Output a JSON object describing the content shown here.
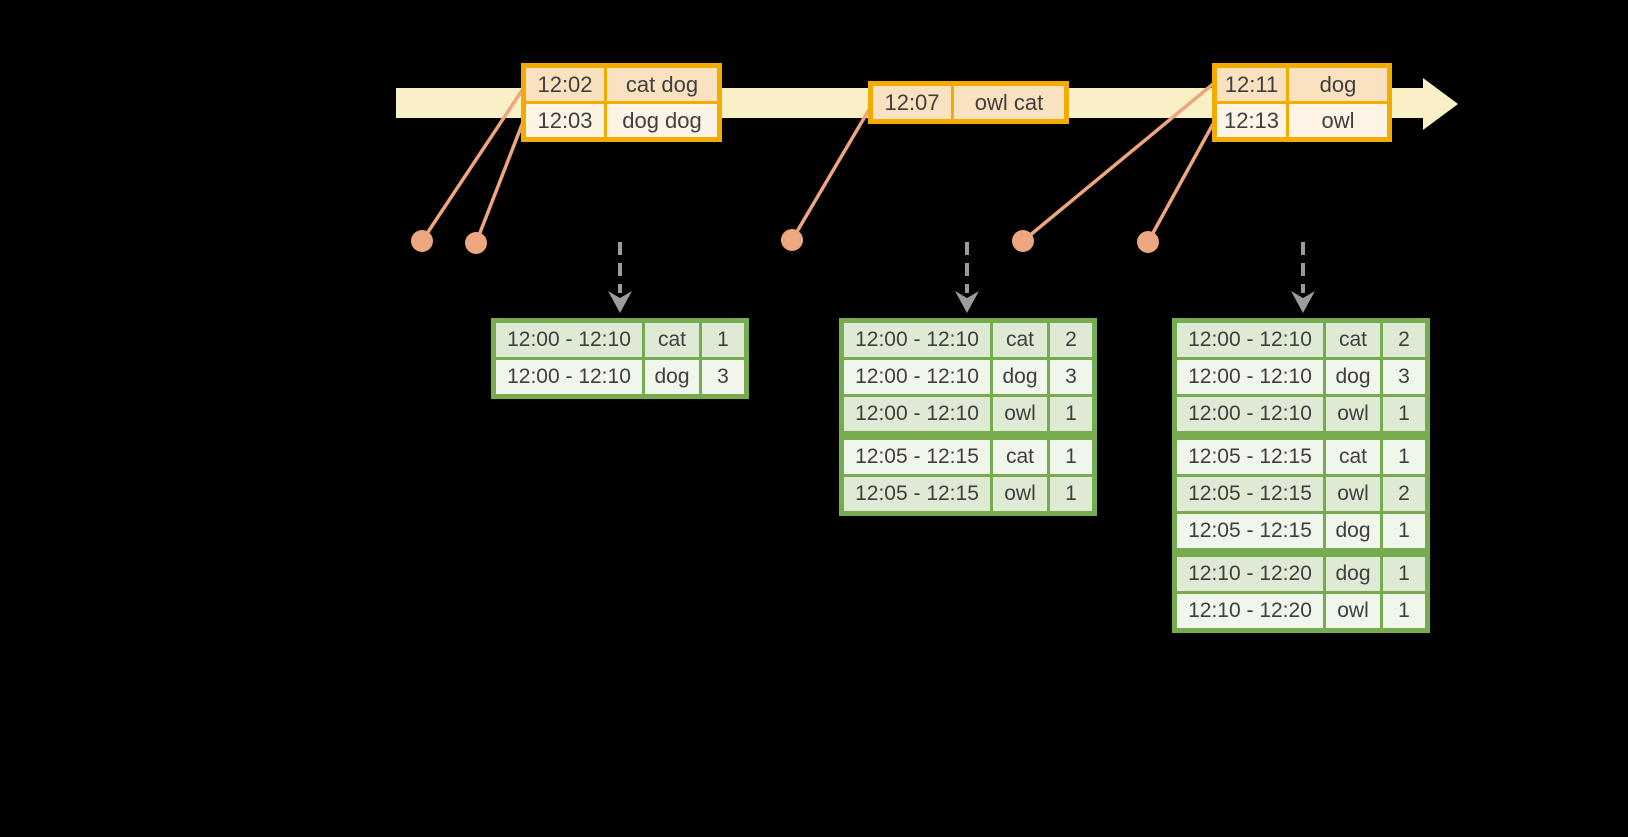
{
  "colors": {
    "background": "#000000",
    "timeline_fill": "#FAF0C8",
    "event_table_border": "#F2AB00",
    "event_row_dark": "#FAE2C1",
    "event_row_light": "#FDF4E6",
    "connector_salmon": "#EDA67D",
    "result_table_border": "#76AB4F",
    "result_row_dark": "#DFEAD5",
    "result_row_light": "#F0F6EB",
    "trigger_arrow_gray": "#9C9C9C",
    "text": "#3F3F3F"
  },
  "icons": {
    "timeline_arrow": "right-arrow",
    "event_marker": "timeline-dot",
    "trigger_marker": "dashed-down-arrow"
  },
  "event_tables": [
    {
      "rows": [
        {
          "time": "12:02",
          "words": "cat dog"
        },
        {
          "time": "12:03",
          "words": "dog dog"
        }
      ]
    },
    {
      "rows": [
        {
          "time": "12:07",
          "words": "owl cat"
        }
      ]
    },
    {
      "rows": [
        {
          "time": "12:11",
          "words": "dog"
        },
        {
          "time": "12:13",
          "words": "owl"
        }
      ]
    }
  ],
  "result_tables": [
    {
      "group_breaks": [],
      "rows": [
        {
          "window": "12:00 - 12:10",
          "word": "cat",
          "count": "1"
        },
        {
          "window": "12:00 - 12:10",
          "word": "dog",
          "count": "3"
        }
      ]
    },
    {
      "group_breaks": [
        3
      ],
      "rows": [
        {
          "window": "12:00 - 12:10",
          "word": "cat",
          "count": "2"
        },
        {
          "window": "12:00 - 12:10",
          "word": "dog",
          "count": "3"
        },
        {
          "window": "12:00 - 12:10",
          "word": "owl",
          "count": "1"
        },
        {
          "window": "12:05 - 12:15",
          "word": "cat",
          "count": "1"
        },
        {
          "window": "12:05 - 12:15",
          "word": "owl",
          "count": "1"
        }
      ]
    },
    {
      "group_breaks": [
        3,
        6
      ],
      "rows": [
        {
          "window": "12:00 - 12:10",
          "word": "cat",
          "count": "2"
        },
        {
          "window": "12:00 - 12:10",
          "word": "dog",
          "count": "3"
        },
        {
          "window": "12:00 - 12:10",
          "word": "owl",
          "count": "1"
        },
        {
          "window": "12:05 - 12:15",
          "word": "cat",
          "count": "1"
        },
        {
          "window": "12:05 - 12:15",
          "word": "owl",
          "count": "2"
        },
        {
          "window": "12:05 - 12:15",
          "word": "dog",
          "count": "1"
        },
        {
          "window": "12:10 - 12:20",
          "word": "dog",
          "count": "1"
        },
        {
          "window": "12:10 - 12:20",
          "word": "owl",
          "count": "1"
        }
      ]
    }
  ]
}
